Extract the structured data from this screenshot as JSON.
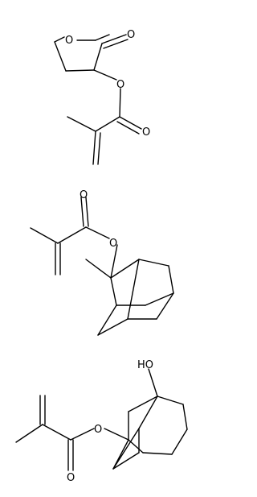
{
  "molecules": [
    {
      "atoms": [
        {
          "label": "O"
        },
        {
          "label": "O"
        },
        {
          "label": "O"
        },
        {
          "label": "O"
        }
      ]
    },
    {
      "atoms": [
        {
          "label": "O"
        },
        {
          "label": "O"
        }
      ]
    },
    {
      "atoms": [
        {
          "label": "HO"
        },
        {
          "label": "O"
        },
        {
          "label": "O"
        }
      ]
    }
  ],
  "colors": {
    "bond": "#000000",
    "background": "#ffffff"
  }
}
